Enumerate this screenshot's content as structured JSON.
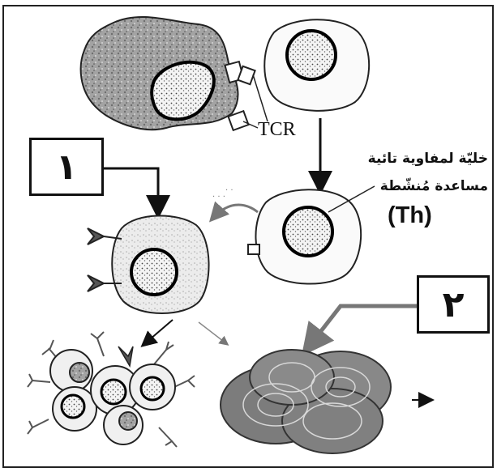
{
  "diagram": {
    "tcr_label": "TCR",
    "th_cell_label_line1": "خليّة لمفاوية تائية",
    "th_cell_label_line2": "مساعدة مُنشّطة",
    "th_cell_abbreviation": "(Th)",
    "box_1_number": "١",
    "box_2_number": "٢"
  },
  "colors": {
    "outline": "#111111",
    "grey_fill": "#9c9c9c",
    "light_fill": "#e8e8e8"
  }
}
